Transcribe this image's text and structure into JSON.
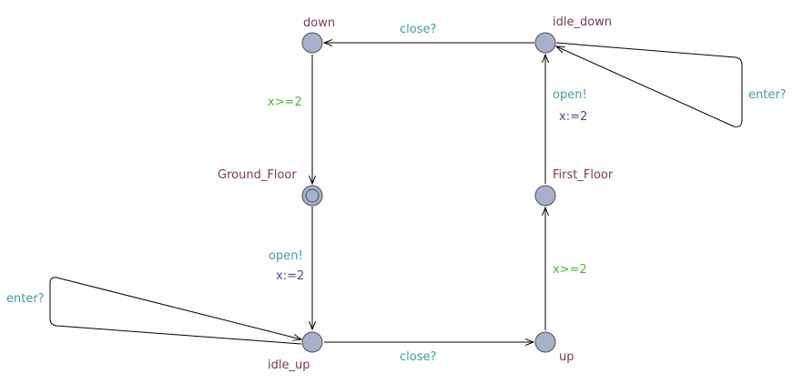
{
  "diagram": {
    "type": "timed-automaton",
    "colors": {
      "location_fill": "#a9b0c9",
      "location_name": "#7a3b52",
      "sync": "#3d9ea3",
      "guard": "#4fb832",
      "assignment": "#4a4a9a"
    },
    "locations": {
      "down": "down",
      "idle_down": "idle_down",
      "ground_floor": "Ground_Floor",
      "first_floor": "First_Floor",
      "idle_up": "idle_up",
      "up": "up"
    },
    "initial_location": "Ground_Floor",
    "edges": [
      {
        "from": "idle_down",
        "to": "down",
        "sync": "close?"
      },
      {
        "from": "idle_down",
        "to": "idle_down",
        "sync": "enter?"
      },
      {
        "from": "down",
        "to": "Ground_Floor",
        "guard": "x>=2"
      },
      {
        "from": "Ground_Floor",
        "to": "idle_up",
        "sync": "open!",
        "assign": "x:=2"
      },
      {
        "from": "idle_up",
        "to": "idle_up",
        "sync": "enter?"
      },
      {
        "from": "idle_up",
        "to": "up",
        "sync": "close?"
      },
      {
        "from": "up",
        "to": "First_Floor",
        "guard": "x>=2"
      },
      {
        "from": "First_Floor",
        "to": "idle_down",
        "sync": "open!",
        "assign": "x:=2"
      }
    ]
  }
}
